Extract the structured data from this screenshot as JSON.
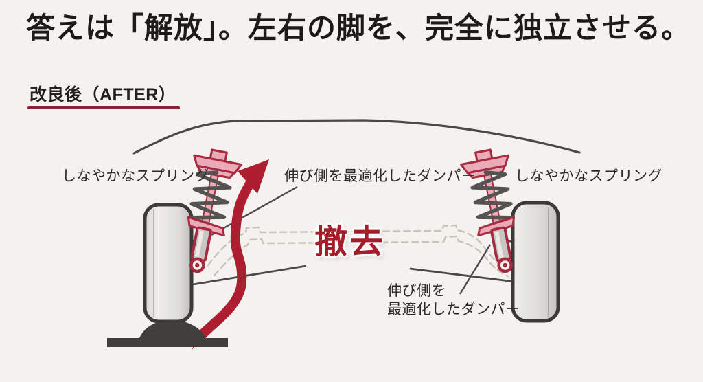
{
  "title": "答えは「解放」。左右の脚を、完全に独立させる。",
  "stage": {
    "label": "改良後（AFTER）"
  },
  "annotations": {
    "left_spring": "しなやかなスプリング",
    "optimized_damper": "伸び側を最適化したダンパー",
    "right_spring": "しなやかなスプリング",
    "removal": "撤去",
    "right_damper_line1": "伸び側を",
    "right_damper_line2": "最適化したダンパー"
  },
  "colors": {
    "bg": "#f4f2ee",
    "ink": "#1c1b19",
    "label": "#2b2a28",
    "underline": "#8e2138",
    "removal-red": "#a41d2b",
    "accent-red": "#ae1e31",
    "crimson-stroke": "#a92a40",
    "pink-fill": "#e9abb7",
    "gray-line": "#4a4947",
    "coil-gray": "#55534f",
    "dash-gray": "#c6c3bc",
    "wheel-edge": "#3b3a38",
    "wheel-fill": "#e6e5e1",
    "wheel-fill-dark": "#c8c7c3",
    "damper-gray": "#c8c6c2",
    "ground": "#403f3d"
  }
}
